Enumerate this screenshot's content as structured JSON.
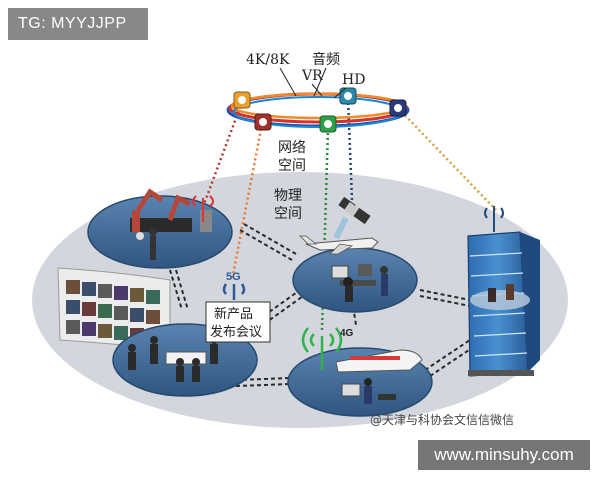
{
  "watermark_top_left": "TG: MYYJJPP",
  "watermark_bottom_right": "www.minsuhy.com",
  "source_tag": "@天津与科协会文信信微信",
  "ring_labels": {
    "res": "4K/8K",
    "audio": "音频",
    "vr": "VR",
    "hd": "HD"
  },
  "space_labels": {
    "network_line1": "网络",
    "network_line2": "空间",
    "physical_line1": "物理",
    "physical_line2": "空间"
  },
  "launch_label": {
    "line1": "新产品",
    "line2": "发布会议"
  },
  "network_badges": {
    "fiveg": "5G",
    "fourg": "4G"
  },
  "colors": {
    "ellipse_fill": "#d3d7dd",
    "platform_dark": "#3e6590",
    "ring_blue": "#1f4fb0",
    "ring_red": "#d0342c",
    "ring_orange": "#f08a2a",
    "link_orange": "#e8782c",
    "link_dark": "#2a2a2a",
    "tower_green": "#2fb24a"
  }
}
